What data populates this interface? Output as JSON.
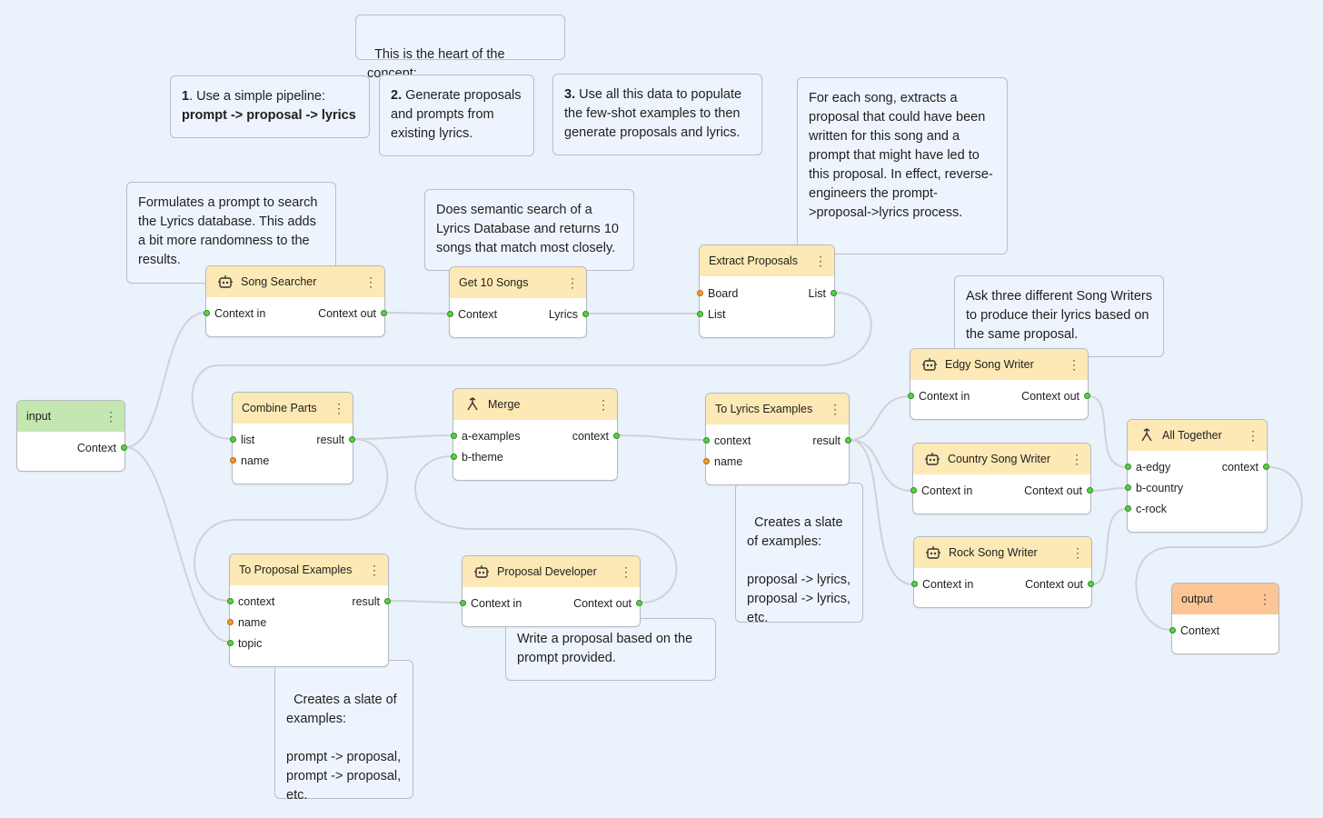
{
  "comments": {
    "heart": "This is the heart of the concept:",
    "step1_num": "1",
    "step1_text": ". Use a simple pipeline:",
    "step1_bold": "prompt -> proposal -> lyrics",
    "step2_num": "2.",
    "step2_text": " Generate proposals and prompts from existing lyrics.",
    "step3_num": "3.",
    "step3_text": " Use all this data to populate the few-shot examples to then generate proposals and lyrics.",
    "extract_note": "For each song, extracts a proposal that could have been written for this song and a prompt that might have led to this proposal. In effect, reverse-engineers the prompt->proposal->lyrics process.",
    "formulate_note": "Formulates a prompt to search the Lyrics database. This adds a bit more randomness to the results.",
    "semantic_note": "Does semantic search of a Lyrics Database and returns 10 songs that match most closely.",
    "ask_note": "Ask three different Song Writers to produce their lyrics based on the same proposal.",
    "lyrics_slate_note": "Creates a slate of examples:\n\nproposal -> lyrics, proposal -> lyrics, etc.",
    "proposal_slate_note": "Creates a slate of examples:\n\nprompt -> proposal, prompt -> proposal, etc.",
    "write_note": "Write a proposal based on the prompt provided."
  },
  "nodes": {
    "input": {
      "title": "input",
      "out1": "Context",
      "icon": "none"
    },
    "song_searcher": {
      "title": "Song Searcher",
      "in1": "Context in",
      "out1": "Context out",
      "icon": "robot-icon"
    },
    "get10": {
      "title": "Get 10 Songs",
      "in1": "Context",
      "out1": "Lyrics"
    },
    "extract": {
      "title": "Extract Proposals",
      "in1": "Board",
      "in2": "List",
      "out1": "List"
    },
    "combine": {
      "title": "Combine Parts",
      "in1": "list",
      "in2": "name",
      "out1": "result"
    },
    "merge": {
      "title": "Merge",
      "in1": "a-examples",
      "in2": "b-theme",
      "out1": "context",
      "icon": "merge-icon"
    },
    "to_lyrics": {
      "title": "To Lyrics Examples",
      "in1": "context",
      "in2": "name",
      "out1": "result"
    },
    "edgy": {
      "title": "Edgy Song Writer",
      "in1": "Context in",
      "out1": "Context out",
      "icon": "robot-icon"
    },
    "country": {
      "title": "Country Song Writer",
      "in1": "Context in",
      "out1": "Context out",
      "icon": "robot-icon"
    },
    "rock": {
      "title": "Rock Song Writer",
      "in1": "Context in",
      "out1": "Context out",
      "icon": "robot-icon"
    },
    "all_together": {
      "title": "All Together",
      "in1": "a-edgy",
      "in2": "b-country",
      "in3": "c-rock",
      "out1": "context",
      "icon": "merge-icon"
    },
    "output": {
      "title": "output",
      "in1": "Context"
    },
    "to_proposal": {
      "title": "To Proposal Examples",
      "in1": "context",
      "in2": "name",
      "in3": "topic",
      "out1": "result"
    },
    "proposal_dev": {
      "title": "Proposal Developer",
      "in1": "Context in",
      "out1": "Context out",
      "icon": "robot-icon"
    }
  },
  "menu_glyph": "⋮",
  "colors": {
    "node_header": "#fde9b5",
    "input_header": "#c4e7b2",
    "output_header": "#fcc595",
    "port_green": "#5ad042",
    "port_orange": "#f49a2c",
    "wire": "#cfd3d8"
  }
}
